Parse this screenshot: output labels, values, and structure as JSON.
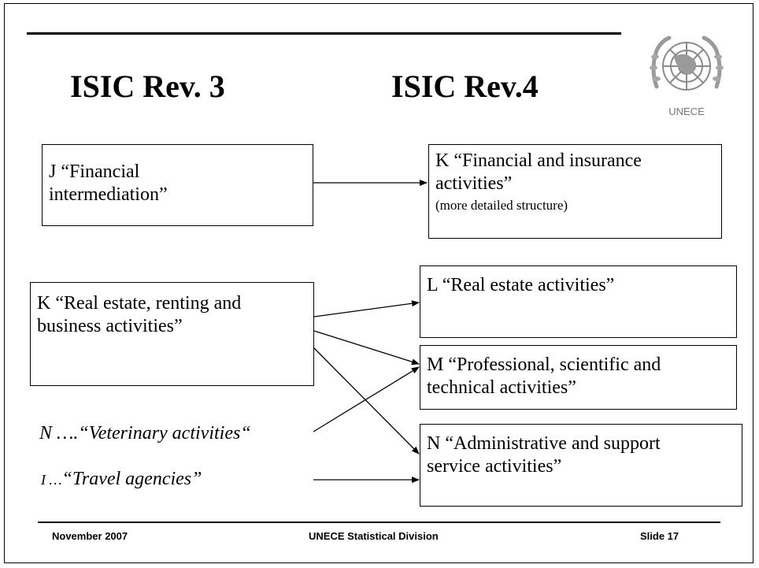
{
  "headings": {
    "left": "ISIC Rev. 3",
    "right": "ISIC Rev.4"
  },
  "logo": {
    "icon": "un-emblem-icon",
    "text": "UNECE"
  },
  "boxes": {
    "j_financial": {
      "line1": "J “Financial",
      "line2": "intermediation”"
    },
    "k_financial_insurance": {
      "line1": "K “Financial and insurance",
      "line2": "activities”",
      "note": "(more detailed structure)"
    },
    "k_real_estate_business": {
      "line1": "K “Real estate, renting and",
      "line2": "business activities”"
    },
    "l_real_estate": {
      "line1": "L “Real estate activities”"
    },
    "m_professional": {
      "line1": "M “Professional, scientific and",
      "line2": "technical activities”"
    },
    "n_administrative": {
      "line1": "N “Administrative and support",
      "line2": "service activities”"
    }
  },
  "labels": {
    "veterinary": {
      "prefix": "N ….",
      "text": "“Veterinary activities“"
    },
    "travel": {
      "prefix": "I …",
      "text": "“Travel agencies”"
    }
  },
  "footer": {
    "date": "November 2007",
    "org": "UNECE Statistical Division",
    "slide": "Slide 17"
  }
}
